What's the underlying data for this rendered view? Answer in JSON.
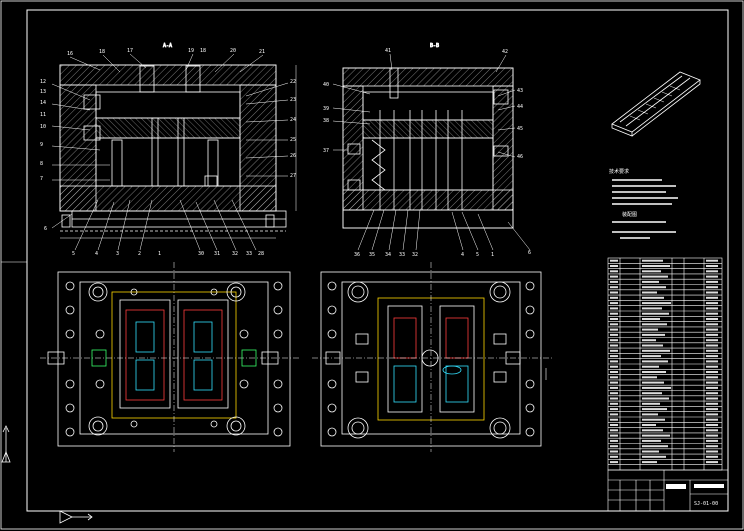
{
  "drawing": {
    "section_title_left": "A-A",
    "section_title_right": "B-B",
    "colors": {
      "background": "#000000",
      "line": "#ffffff",
      "hatch": "#cfcfcf",
      "accent_red": "#ff3b3b",
      "accent_yellow": "#ffd800",
      "accent_cyan": "#33e0ff",
      "accent_green": "#39ff6a"
    }
  },
  "balloons_left_top": [
    "16",
    "18",
    "17",
    "19",
    "18",
    "20",
    "21"
  ],
  "balloons_left_side": [
    "12",
    "13",
    "14",
    "11",
    "10",
    "9",
    "8",
    "7",
    "6"
  ],
  "balloons_left_right": [
    "22",
    "23",
    "24",
    "25",
    "26",
    "27"
  ],
  "balloons_left_bottom": [
    "5",
    "4",
    "3",
    "2",
    "1",
    "30",
    "31",
    "32",
    "33",
    "28"
  ],
  "balloons_right_top": [
    "41",
    "42"
  ],
  "balloons_right_left": [
    "40",
    "39",
    "38",
    "37"
  ],
  "balloons_right_right": [
    "43",
    "44",
    "45",
    "46"
  ],
  "balloons_right_bottom": [
    "36",
    "35",
    "34",
    "33",
    "32",
    "4",
    "5",
    "1",
    "6"
  ],
  "notes": {
    "heading": "技术要求",
    "caption": "装配图"
  },
  "title_block": {
    "drawing_no": "SJ-01-00"
  },
  "icons": [
    "ucs-icon",
    "play-icon"
  ]
}
